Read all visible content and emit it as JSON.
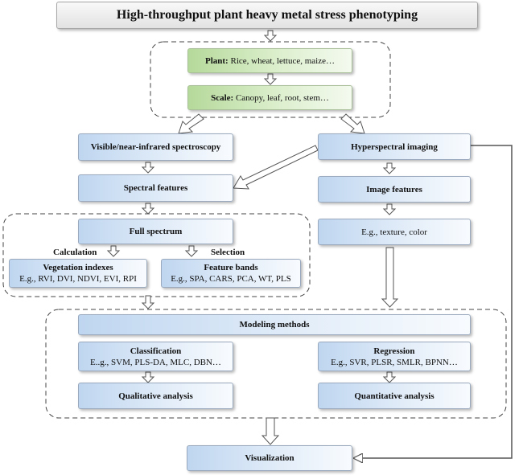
{
  "title": "High-throughput  plant heavy metal stress phenotyping",
  "plant": {
    "label": "Plant:",
    "text": "Rice,  wheat,  lettuce,  maize…"
  },
  "scale": {
    "label": "Scale:",
    "text": "Canopy,  leaf,  root,  stem…"
  },
  "left": {
    "spectroscopy": "Visible/near-infrared spectroscopy",
    "spectral_features": "Spectral features",
    "full_spectrum": "Full spectrum",
    "calculation_label": "Calculation",
    "selection_label": "Selection",
    "vegetation_title": "Vegetation indexes",
    "vegetation_examples": "E.g., RVI, DVI, NDVI, EVI, RPI",
    "feature_bands_title": "Feature bands",
    "feature_bands_examples": "E.g., SPA, CARS, PCA, WT, PLS"
  },
  "right": {
    "hyperspectral": "Hyperspectral imaging",
    "image_features": "Image features",
    "image_examples": "E.g., texture, color"
  },
  "modeling": {
    "title": "Modeling methods",
    "classification_title": "Classification",
    "classification_examples": "E..g., SVM, PLS-DA, MLC, DBN…",
    "regression_title": "Regression",
    "regression_examples": "E.g., SVR, PLSR, SMLR, BPNN…",
    "qualitative": "Qualitative analysis",
    "quantitative": "Quantitative analysis"
  },
  "visualization": "Visualization"
}
